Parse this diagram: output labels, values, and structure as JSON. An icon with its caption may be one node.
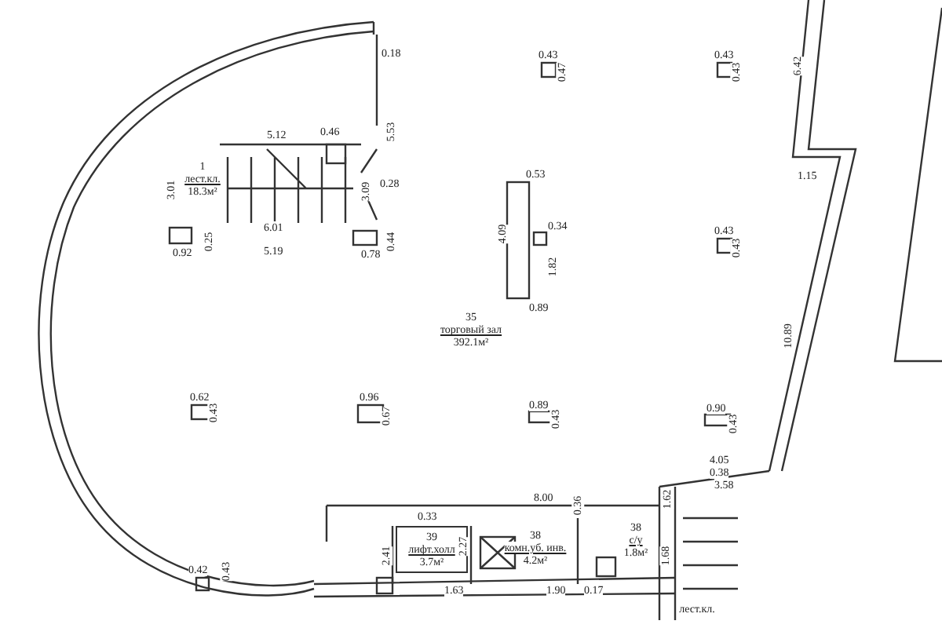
{
  "diagram": {
    "nodes": [
      {
        "text": [
          "1",
          "лест.кл.",
          "18.3м²"
        ]
      },
      {
        "text": [
          "35",
          "торговый зал",
          "392.1м²"
        ]
      },
      {
        "text": [
          "39",
          "лифт.холл",
          "3.7м²"
        ]
      },
      {
        "text": [
          "38",
          "комн.уб. инв.",
          "4.2м²"
        ]
      },
      {
        "text": [
          "38",
          "с/у",
          "1.8м²"
        ]
      },
      {
        "text": [
          "лест.кл."
        ]
      }
    ],
    "labels": [
      "0.18",
      "5.53",
      "3.09",
      "0.28",
      "3.01",
      "5.12",
      "0.46",
      "6.01",
      "0.92",
      "0.25",
      "5.19",
      "0.78",
      "0.44",
      "0.43",
      "0.47",
      "0.43",
      "0.43",
      "6.42",
      "0.53",
      "4.09",
      "0.34",
      "1.82",
      "0.89",
      "1.15",
      "0.43",
      "0.43",
      "10.89",
      "0.62",
      "0.43",
      "0.96",
      "0.67",
      "0.89",
      "0.43",
      "0.90",
      "0.43",
      "4.05",
      "0.38",
      "3.58",
      "8.00",
      "0.33",
      "0.36",
      "1.62",
      "2.41",
      "2.27",
      "1.63",
      "1.90",
      "0.17",
      "1.68",
      "0.42",
      "0.43"
    ]
  }
}
